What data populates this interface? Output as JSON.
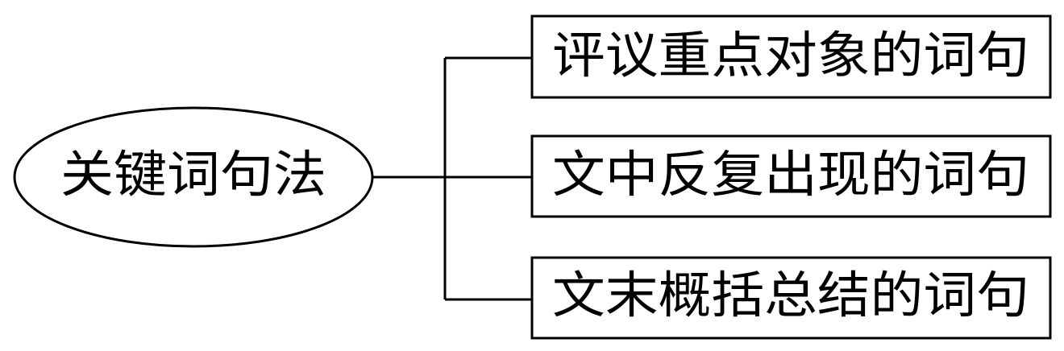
{
  "root": {
    "label": "关键词句法"
  },
  "branches": [
    {
      "label": "评议重点对象的词句"
    },
    {
      "label": "文中反复出现的词句"
    },
    {
      "label": "文末概括总结的词句"
    }
  ],
  "colors": {
    "stroke": "#000000",
    "text": "#000000",
    "background": "#ffffff"
  }
}
